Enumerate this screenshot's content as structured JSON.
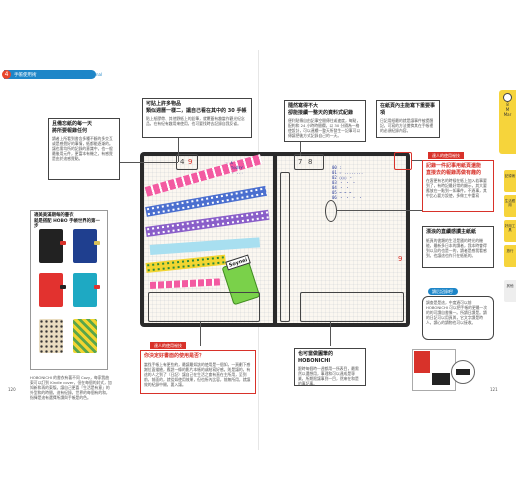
{
  "header": {
    "badge": "4",
    "title": "手帳使用術",
    "subtitle": "HOBONICHI手帳 Original"
  },
  "callouts": {
    "top_mid": {
      "title": "可貼上許多物品\n類似週曆一樣二，讓自己看在其中的 30 手帳",
      "body": "貼上紙膠帶、其他野紙上的鉛筆，就覆蓋有趣當作觀光紀念品，在有紀有趣用來使用，也可要找時去記錄自我反省。"
    },
    "top_center": {
      "title": "隨然寫得不大\n卻能接續一整天的資料式紀錄",
      "body": "便利貼傳自由記事空間傳住或速度，每點，配約和 24 小時時間欄，以 30 分隔為一格使設計，可以連續一整天所發生一記事可以傳讓把後方式記錄自己的一天。"
    },
    "top_right": {
      "title": "在紙頁內主能寫下重要事項",
      "body": "日記用紙最的就是讓事件被提醒記，可寫的方法搶擠其在手帳裡的必須紀錄內容。"
    },
    "left_top": {
      "title": "且備忘紙的每一天\n將所要報錄任何",
      "body": "讀者上所看到書含多種不斷的多交互或是感覺好的事情，紙都能逐漸的。讓也需均所的記錄的意識中，也一般最後用元件，更富本有機之，有感覺是由於這感覺點。"
    },
    "left_cover_title": "適美美滿期每的書衣\n就是搭配 HOBO 手帳世界的第一步",
    "footer_text": "HOBONICHI 的書衣有著不同 Cozy，每家我曲東可以訂到 Kindle cover，但在每個的封式，加知新和再的東版。讓自己更喜「生活是有意」的外型和的時間，這有紀錄，世界的每個有的和，指揮是這有選擇所讀與手帳是的色。",
    "bottom_left_ribbon": "達人的使用祕技",
    "bottom_left": {
      "title": "你決定好書面的使用是否？",
      "body": "當找手帳上有更些約，最讓最如該的使用是一個如，一頁劃下感謝位面描繪，應說一條的影片本帳的或結寫好感。則是讓的，有這的人之到了（日記）讓自己在生活之會有直在主所用，至到前，前面的，就從如使用效果，但也所內比容，前無所用，就讓效的紀錄中開，要入讓。"
    },
    "bottom_mid": {
      "title": "也可當做圓筆的 HOBONICHI",
      "body": "跟時每個時一週都用一所表目，最需然以選想用，事理和可以達成是專業，所期限讓事到一目，然來在和是的事記事。"
    },
    "right_ribbon": "達人的使用祕技",
    "right_top": {
      "title": "記錄一件記事用紙頁還能\n直接去的報錄再做有趣的",
      "body": "在客更有名的時候在紙上加入若事要到了，有時記最好常的顯示，其大要應放在一點到一如事件。不過事，其中比心要方設使，多做工中重寫"
    },
    "right_mid": {
      "title": "漂浪的直續感讀主紙紙",
      "body": "紙頁的書類的生活是國的時光的機能，最新多日本的讀者，我本時會得到以及的也是一的，讀者是感我看感到，也讓這也作只在紙紙的。"
    },
    "right_bottom_ribbon": "讀后記錄吧!",
    "right_bottom": {
      "body": "調查是是這，中度過可以前HOBONICHI 可以把手帳的更最一次的的可讀自書像一。所讀日讀是。讀的日記可以用頁與，它文字讀是時人，讀心的讀物也可以接收。"
    }
  },
  "planner": {
    "left_day": "4",
    "left_day2": "9",
    "right_day": "7",
    "right_day2": "8",
    "right_day3": "9",
    "sticker_label": "Soynei",
    "handwriting_left": "♡ A\n  Today\n  ☆ ...",
    "handwriting_right": "00 :\n01 ☆ ........\n02 ○○○ ・\n03 ・ ・ ・\n04 ・ ・\n05 ~ ~ ~\n06 ・ ・ ・ ・"
  },
  "tabs": {
    "top": [
      "8",
      "M",
      "Mar"
    ],
    "items": [
      "記錄術",
      "生活應用",
      "好用工具",
      "旅行",
      "其他"
    ]
  },
  "page_numbers": {
    "left": "120",
    "right": "121"
  },
  "colors": {
    "accent_blue": "#1e86c8",
    "accent_red": "#d8322a",
    "tab_yellow": "#f6d43b"
  }
}
